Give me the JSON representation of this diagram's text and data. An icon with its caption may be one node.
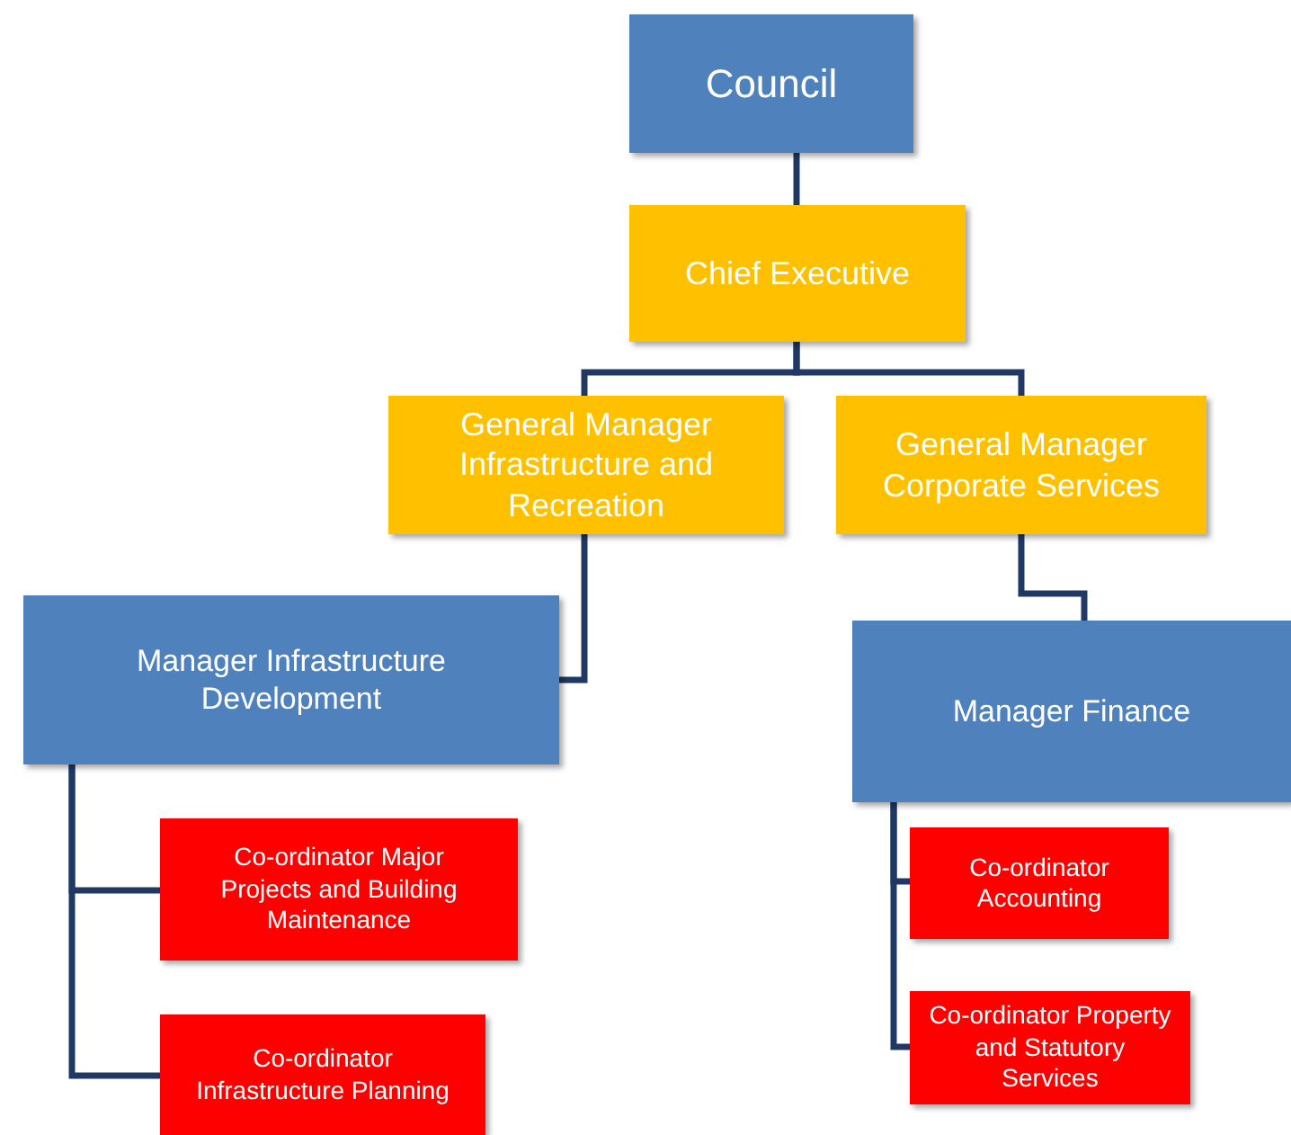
{
  "diagram": {
    "nodes": [
      {
        "text": [
          "Council"
        ]
      },
      {
        "text": [
          "Chief Executive"
        ]
      },
      {
        "text": [
          "General Manager Infrastructure and Recreation"
        ]
      },
      {
        "text": [
          "General Manager Corporate Services"
        ]
      },
      {
        "text": [
          "Manager Infrastructure Development"
        ]
      },
      {
        "text": [
          "Manager Finance"
        ]
      },
      {
        "text": [
          "Co-ordinator Major Projects and Building Maintenance"
        ]
      },
      {
        "text": [
          "Co-ordinator Infrastructure Planning"
        ]
      },
      {
        "text": [
          "Co-ordinator Accounting"
        ]
      },
      {
        "text": [
          "Co-ordinator Property and Statutory Services"
        ]
      }
    ],
    "edges": [
      {
        "from": 0,
        "to": 1,
        "arrow": "none"
      },
      {
        "from": 1,
        "to": 2,
        "arrow": "none"
      },
      {
        "from": 1,
        "to": 3,
        "arrow": "none"
      },
      {
        "from": 2,
        "to": 4,
        "arrow": "none"
      },
      {
        "from": 3,
        "to": 5,
        "arrow": "none"
      },
      {
        "from": 4,
        "to": 6,
        "arrow": "none"
      },
      {
        "from": 4,
        "to": 7,
        "arrow": "none"
      },
      {
        "from": 5,
        "to": 8,
        "arrow": "none"
      },
      {
        "from": 5,
        "to": 9,
        "arrow": "none"
      }
    ]
  }
}
